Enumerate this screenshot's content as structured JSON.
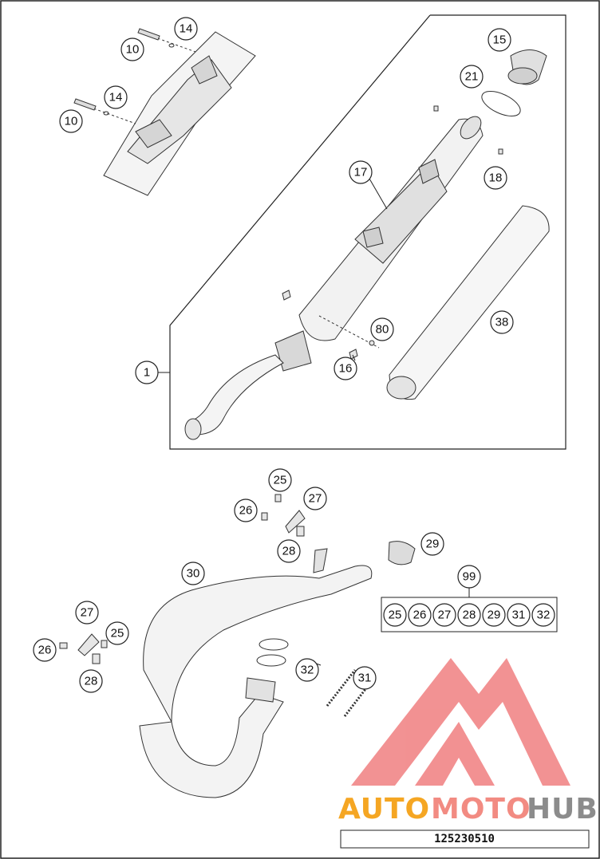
{
  "callouts": {
    "c10a": "10",
    "c14a": "14",
    "c10b": "10",
    "c14b": "14",
    "c15": "15",
    "c21": "21",
    "c17": "17",
    "c18": "18",
    "c80": "80",
    "c38": "38",
    "c1": "1",
    "c16": "16",
    "c25a": "25",
    "c27a": "27",
    "c26a": "26",
    "c28a": "28",
    "c29": "29",
    "c30": "30",
    "c99": "99",
    "c27b": "27",
    "c25b": "25",
    "c26b": "26",
    "c28b": "28",
    "c32": "32",
    "c31": "31"
  },
  "kit_99": [
    "25",
    "26",
    "27",
    "28",
    "29",
    "31",
    "32"
  ],
  "watermark": {
    "part1": "AUTO",
    "part2": "MOTO",
    "part3": "HUB"
  },
  "diagram_id": "125230510",
  "colors": {
    "watermark_red": "#e8383a",
    "watermark_orange": "#f5a623",
    "watermark_grey": "#8c8c8c",
    "line": "#222222"
  }
}
